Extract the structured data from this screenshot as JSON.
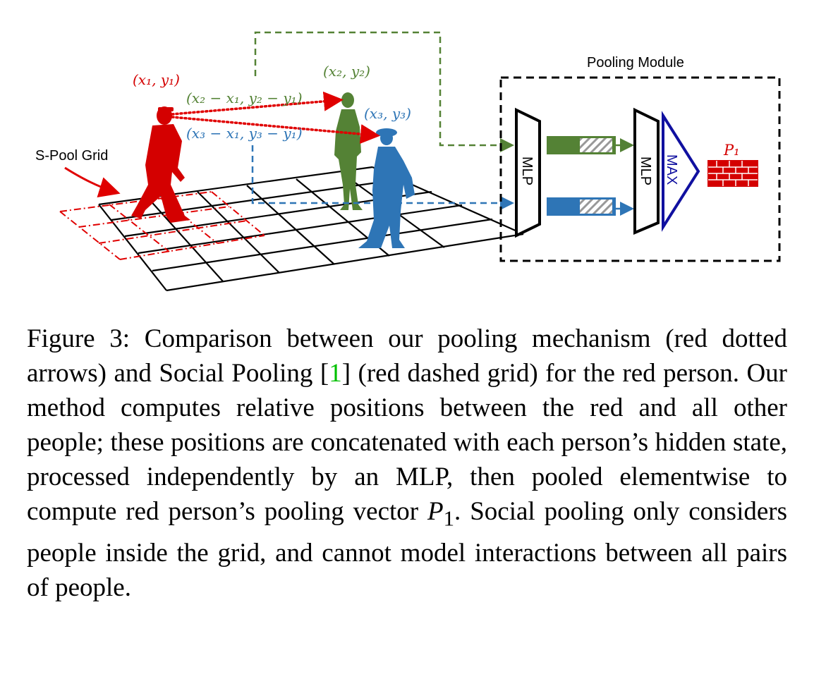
{
  "figure": {
    "pooling_module_label": "Pooling Module",
    "spool_grid_label": "S-Pool Grid",
    "mlp_label_1": "MLP",
    "mlp_label_2": "MLP",
    "max_label": "MAX",
    "p1_label": "P₁",
    "pos1": "(x₁, y₁)",
    "pos2": "(x₂, y₂)",
    "pos3": "(x₃, y₃)",
    "rel21": "(x₂ − x₁, y₂ − y₁)",
    "rel31": "(x₃ − x₁, y₃ − y₁)",
    "colors": {
      "red": "#d40000",
      "green": "#538135",
      "blue": "#2e75b6",
      "max_blue": "#1010a0"
    }
  },
  "caption": {
    "part1": "Figure 3: Comparison between our pooling mechanism (red dotted arrows) and Social Pooling [",
    "ref": "1",
    "part2": "] (red dashed grid) for the red person. Our method computes relative positions between the red and all other people; these positions are concatenated with each person’s hidden state, processed independently by an MLP, then pooled elementwise to compute red person’s pooling vector ",
    "math": "P",
    "math_sub": "1",
    "part3": ". Social pooling only considers people inside the grid, and cannot model interactions between all pairs of people."
  }
}
